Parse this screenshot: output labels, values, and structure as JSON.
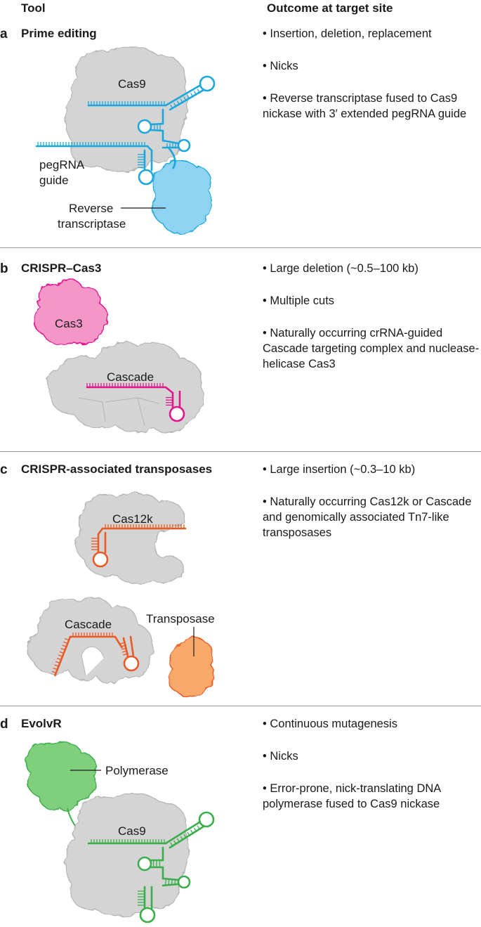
{
  "header": {
    "tool": "Tool",
    "outcome": "Outcome at target site"
  },
  "sections": [
    {
      "letter": "a",
      "title": "Prime editing",
      "bullets": [
        "• Insertion, deletion, replacement",
        "• Nicks",
        "• Reverse transcriptase fused to Cas9 nickase with 3′ extended pegRNA guide"
      ],
      "labels": {
        "protein": "Cas9",
        "guide_line1": "pegRNA",
        "guide_line2": "guide",
        "enzyme_line1": "Reverse",
        "enzyme_line2": "transcriptase"
      },
      "color": "#1aa7dc"
    },
    {
      "letter": "b",
      "title": "CRISPR–Cas3",
      "bullets": [
        "• Large deletion (~0.5–100 kb)",
        "• Multiple cuts",
        "• Naturally occurring crRNA-guided Cascade targeting complex and nuclease-helicase Cas3"
      ],
      "labels": {
        "nuclease": "Cas3",
        "complex": "Cascade"
      },
      "color": "#e0178c"
    },
    {
      "letter": "c",
      "title": "CRISPR-associated transposases",
      "bullets": [
        "• Large insertion (~0.3–10 kb)",
        "• Naturally occurring Cas12k or Cascade and genomically associated Tn7-like transposases"
      ],
      "labels": {
        "protein": "Cas12k",
        "complex": "Cascade",
        "enzyme": "Transposase"
      },
      "color": "#ea5a24"
    },
    {
      "letter": "d",
      "title": "EvolvR",
      "bullets": [
        "• Continuous mutagenesis",
        "• Nicks",
        "• Error-prone, nick-translating DNA polymerase fused to Cas9 nickase"
      ],
      "labels": {
        "enzyme": "Polymerase",
        "protein": "Cas9"
      },
      "color": "#3aae4a"
    }
  ],
  "colors": {
    "protein_grey": "#d4d4d4",
    "protein_grey_edge": "#b3b3b3",
    "rt_fill": "#8fd3f2",
    "cas3_fill": "#f497c8",
    "transposase_fill": "#f9a96b",
    "polymerase_fill": "#7fcf7c"
  }
}
